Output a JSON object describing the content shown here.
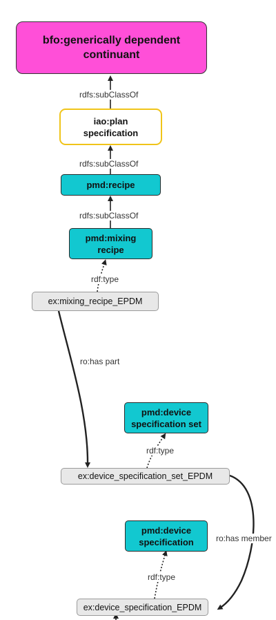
{
  "colors": {
    "root_fill": "#ff4fd8",
    "plan_border": "#f0c419",
    "class_fill": "#12c8d0",
    "instance_fill": "#e8e8e8",
    "instance_border": "#9a9a9a",
    "arrow": "#222222"
  },
  "nodes": {
    "root": {
      "label": "bfo:generically dependent continuant"
    },
    "plan": {
      "label": "iao:plan\nspecification"
    },
    "recipe": {
      "label": "pmd:recipe"
    },
    "mixing_recipe": {
      "label": "pmd:mixing\nrecipe"
    },
    "mixing_recipe_instance": {
      "label": "ex:mixing_recipe_EPDM"
    },
    "device_spec_set": {
      "label": "pmd:device\nspecification set"
    },
    "device_spec_set_instance": {
      "label": "ex:device_specification_set_EPDM"
    },
    "device_spec": {
      "label": "pmd:device\nspecification"
    },
    "device_spec_instance": {
      "label": "ex:device_specification_EPDM"
    }
  },
  "edges": {
    "subclass_1": {
      "label": "rdfs:subClassOf"
    },
    "subclass_2": {
      "label": "rdfs:subClassOf"
    },
    "subclass_3": {
      "label": "rdfs:subClassOf"
    },
    "type_1": {
      "label": "rdf:type"
    },
    "has_part": {
      "label": "ro:has part"
    },
    "type_2": {
      "label": "rdf:type"
    },
    "has_member": {
      "label": "ro:has member"
    },
    "type_3": {
      "label": "rdf:type"
    }
  }
}
